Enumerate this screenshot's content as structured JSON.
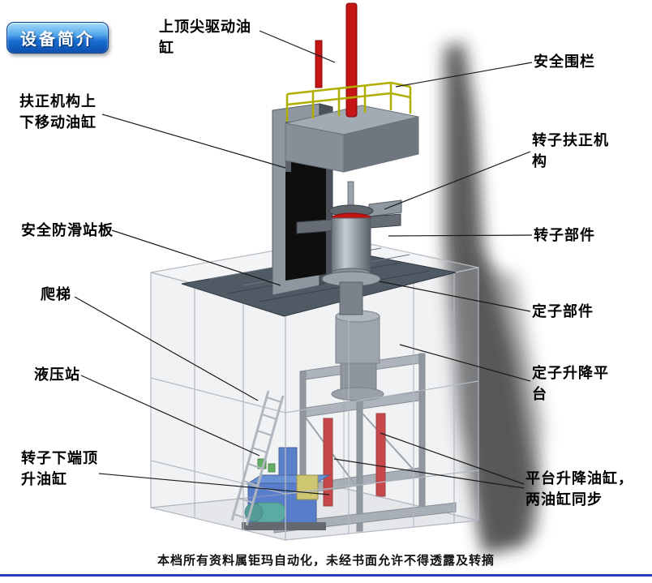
{
  "badge": {
    "label": "设备简介"
  },
  "labels": {
    "top_center_cylinder": {
      "text": "上顶尖驱动油\n缸"
    },
    "safety_fence": {
      "text": "安全围栏"
    },
    "centering_move_cylinder": {
      "text": "扶正机构上\n下移动油缸"
    },
    "rotor_centering_mechanism": {
      "text": "转子扶正机\n构"
    },
    "antislip_plate": {
      "text": "安全防滑站板"
    },
    "rotor_component": {
      "text": "转子部件"
    },
    "ladder": {
      "text": "爬梯"
    },
    "stator_component": {
      "text": "定子部件"
    },
    "hydraulic_station": {
      "text": "液压站"
    },
    "stator_lift_platform": {
      "text": "定子升降平\n台"
    },
    "rotor_bottom_jack_cylinder": {
      "text": "转子下端顶\n升油缸"
    },
    "platform_lift_cylinders": {
      "text": "平台升降油缸，\n两油缸同步"
    }
  },
  "footer": {
    "disclaimer": "本档所有资料属钜玛自动化，未经书面允许不得透露及转摘"
  },
  "colors": {
    "badge_blue": "#1a6ed2",
    "cylinder_red": "#c41414",
    "railing_yellow": "#b0ae00",
    "hydraulic_blue": "#2a5ec6",
    "platform_gray": "#4f5a64",
    "footer_rule_blue": "#2c3eb8"
  }
}
